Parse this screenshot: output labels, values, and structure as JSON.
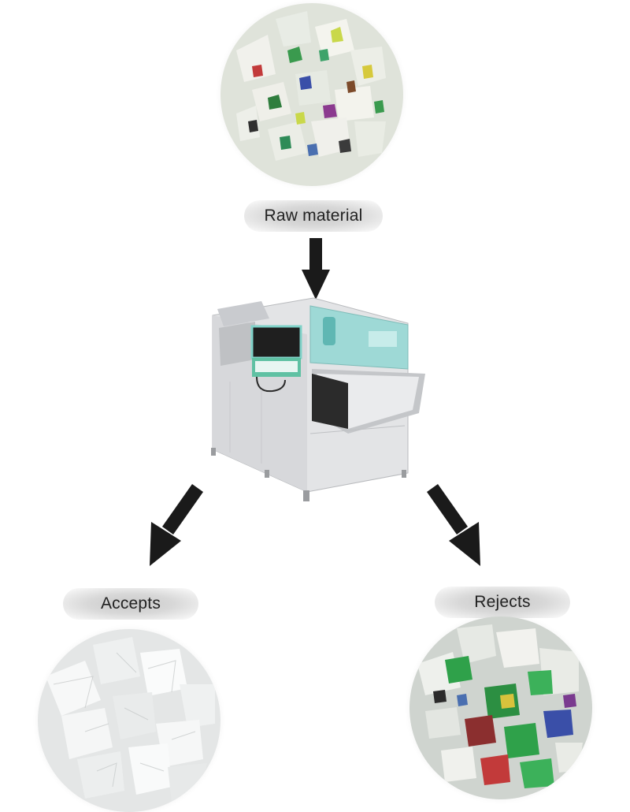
{
  "raw": {
    "label": "Raw material",
    "image": "mixed-plastic-flakes"
  },
  "machine": {
    "image": "color-sorter-machine"
  },
  "accepts": {
    "label": "Accepts",
    "image": "clear-plastic-flakes"
  },
  "rejects": {
    "label": "Rejects",
    "image": "colored-plastic-flakes"
  },
  "colors": {
    "label_bg": "#d4d4d4",
    "arrow": "#1a1a1a",
    "machine_panel": "#9ed9d6"
  }
}
